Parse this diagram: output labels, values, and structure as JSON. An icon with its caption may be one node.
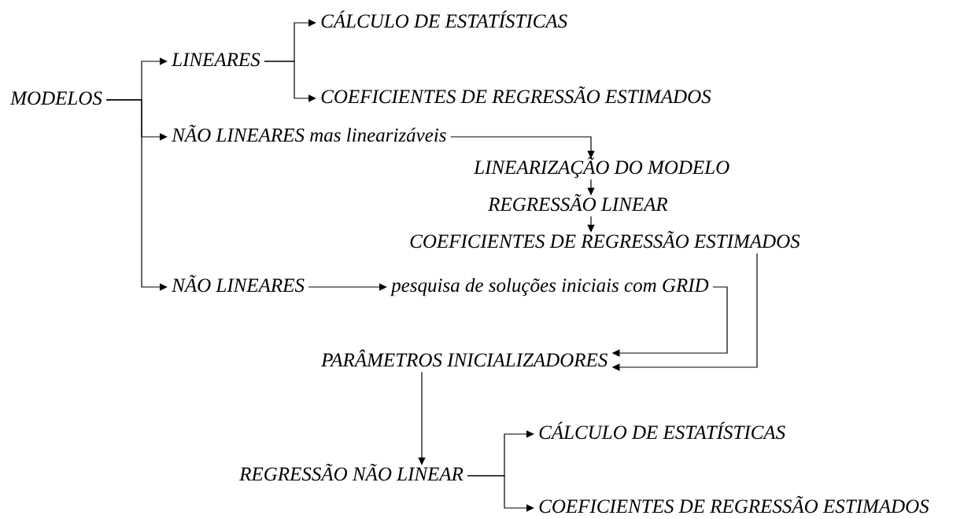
{
  "diagram": {
    "nodes": [
      {
        "text": [
          "MODELOS"
        ]
      },
      {
        "text": [
          "LINEARES"
        ]
      },
      {
        "text": [
          "CÁLCULO DE ESTATÍSTICAS"
        ]
      },
      {
        "text": [
          "COEFICIENTES DE REGRESSÃO ESTIMADOS"
        ]
      },
      {
        "text": [
          "NÃO LINEARES mas linearizáveis"
        ]
      },
      {
        "text": [
          "LINEARIZAÇÃO DO MODELO"
        ]
      },
      {
        "text": [
          "REGRESSÃO LINEAR"
        ]
      },
      {
        "text": [
          "COEFICIENTES DE REGRESSÃO ESTIMADOS"
        ]
      },
      {
        "text": [
          "NÃO LINEARES"
        ]
      },
      {
        "text": [
          "pesquisa de soluções iniciais com GRID"
        ]
      },
      {
        "text": [
          "PARÂMETROS INICIALIZADORES"
        ]
      },
      {
        "text": [
          "REGRESSÃO NÃO LINEAR"
        ]
      },
      {
        "text": [
          "CÁLCULO DE ESTATÍSTICAS"
        ]
      },
      {
        "text": [
          "COEFICIENTES DE REGRESSÃO ESTIMADOS"
        ]
      }
    ],
    "edges": [
      {
        "from": 0,
        "to": 1,
        "arrow": "to"
      },
      {
        "from": 0,
        "to": 4,
        "arrow": "to"
      },
      {
        "from": 0,
        "to": 8,
        "arrow": "to"
      },
      {
        "from": 1,
        "to": 2,
        "arrow": "to"
      },
      {
        "from": 1,
        "to": 3,
        "arrow": "to"
      },
      {
        "from": 4,
        "to": 5,
        "arrow": "to"
      },
      {
        "from": 5,
        "to": 6,
        "arrow": "to"
      },
      {
        "from": 6,
        "to": 7,
        "arrow": "to"
      },
      {
        "from": 8,
        "to": 9,
        "arrow": "to"
      },
      {
        "from": 9,
        "to": 10,
        "arrow": "to"
      },
      {
        "from": 7,
        "to": 10,
        "arrow": "to"
      },
      {
        "from": 10,
        "to": 11,
        "arrow": "to"
      },
      {
        "from": 11,
        "to": 12,
        "arrow": "to"
      },
      {
        "from": 11,
        "to": 13,
        "arrow": "to"
      }
    ]
  }
}
